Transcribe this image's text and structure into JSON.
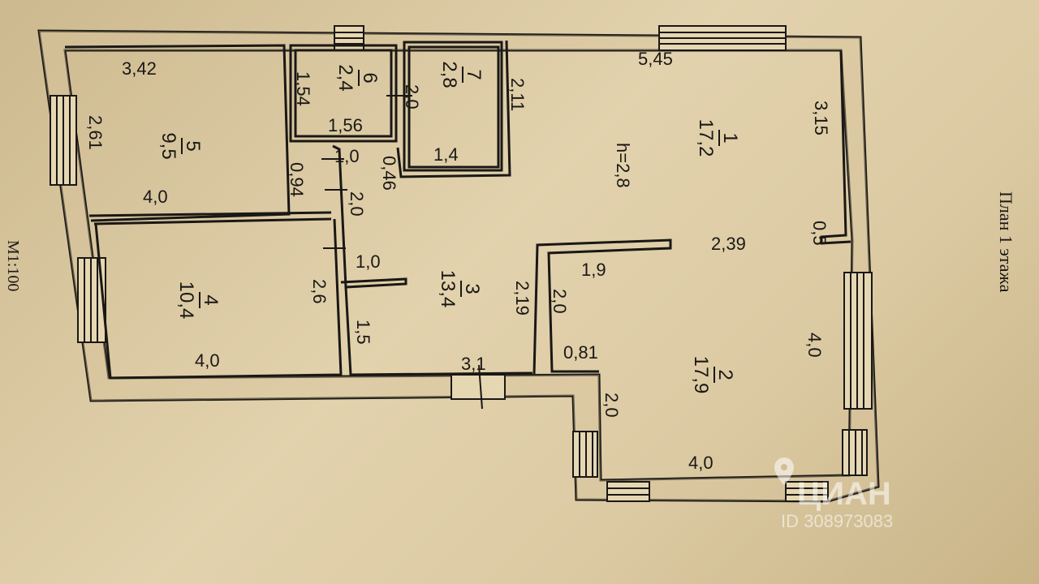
{
  "title": "План 1 этажа",
  "scale": "M1:100",
  "ceiling_height": "h=2,8",
  "watermark": {
    "brand": "ЦИАН",
    "id_label": "ID 308973083"
  },
  "rooms": [
    {
      "number": "1",
      "area": "17,2"
    },
    {
      "number": "2",
      "area": "17,9"
    },
    {
      "number": "3",
      "area": "13,4"
    },
    {
      "number": "4",
      "area": "10,4"
    },
    {
      "number": "5",
      "area": "9,5"
    },
    {
      "number": "6",
      "area": "2,4"
    },
    {
      "number": "7",
      "area": "2,8"
    }
  ],
  "dimensions": [
    "3,42",
    "2,61",
    "4,0",
    "5,45",
    "3,15",
    "0,5",
    "2,39",
    "4,0",
    "4,0",
    "2,0",
    "0,81",
    "2,0",
    "1,9",
    "2,19",
    "3,1",
    "1,5",
    "2,6",
    "4,0",
    "1,0",
    "2,0",
    "0,94",
    "1,0",
    "0,46",
    "1,54",
    "1,56",
    "2,0",
    "1,4",
    "2,11"
  ]
}
